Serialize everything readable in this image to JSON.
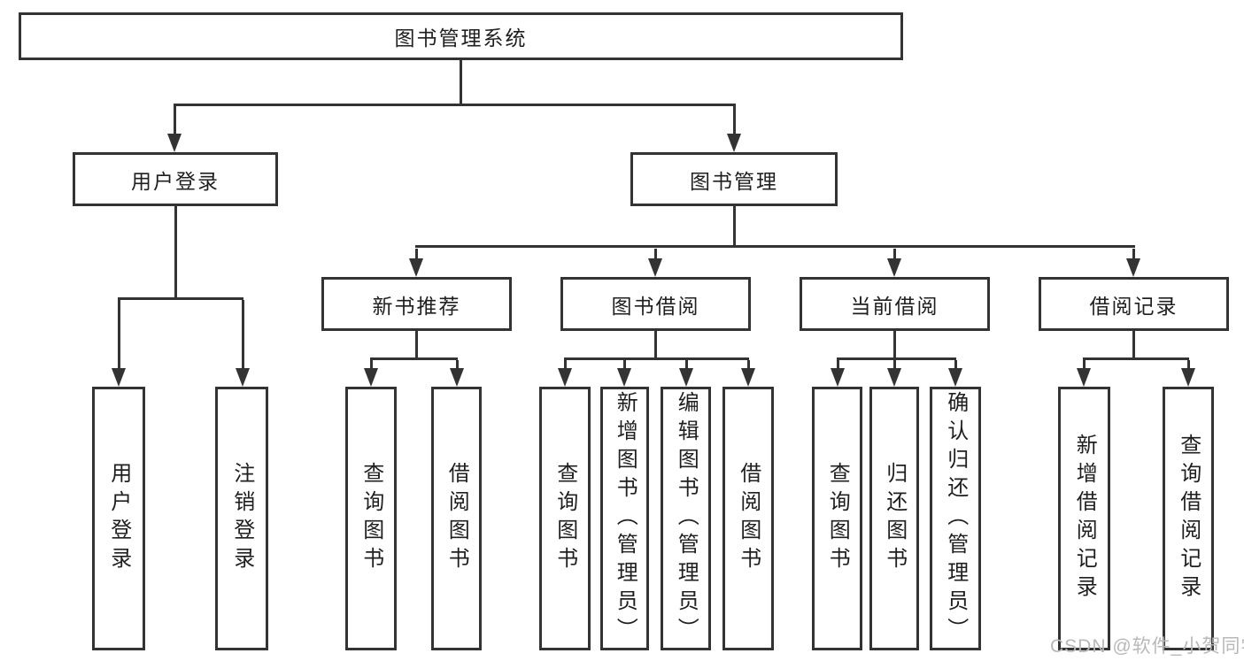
{
  "tree": {
    "label": "图书管理系统",
    "children": [
      {
        "label": "用户登录",
        "children": [
          {
            "label": "用户登录"
          },
          {
            "label": "注销登录"
          }
        ]
      },
      {
        "label": "图书管理",
        "children": [
          {
            "label": "新书推荐",
            "children": [
              {
                "label": "查询图书"
              },
              {
                "label": "借阅图书"
              }
            ]
          },
          {
            "label": "图书借阅",
            "children": [
              {
                "label": "查询图书"
              },
              {
                "label": "新增图书（管理员）"
              },
              {
                "label": "编辑图书（管理员）"
              },
              {
                "label": "借阅图书"
              }
            ]
          },
          {
            "label": "当前借阅",
            "children": [
              {
                "label": "查询图书"
              },
              {
                "label": "归还图书"
              },
              {
                "label": "确认归还（管理员）"
              }
            ]
          },
          {
            "label": "借阅记录",
            "children": [
              {
                "label": "新增借阅记录"
              },
              {
                "label": "查询借阅记录"
              }
            ]
          }
        ]
      }
    ]
  },
  "watermark": "CSDN @软件_小贺同学",
  "colors": {
    "line": "#333333",
    "text": "#1f1f1f",
    "background": "#ffffff",
    "watermark": "#b8b8b8"
  }
}
